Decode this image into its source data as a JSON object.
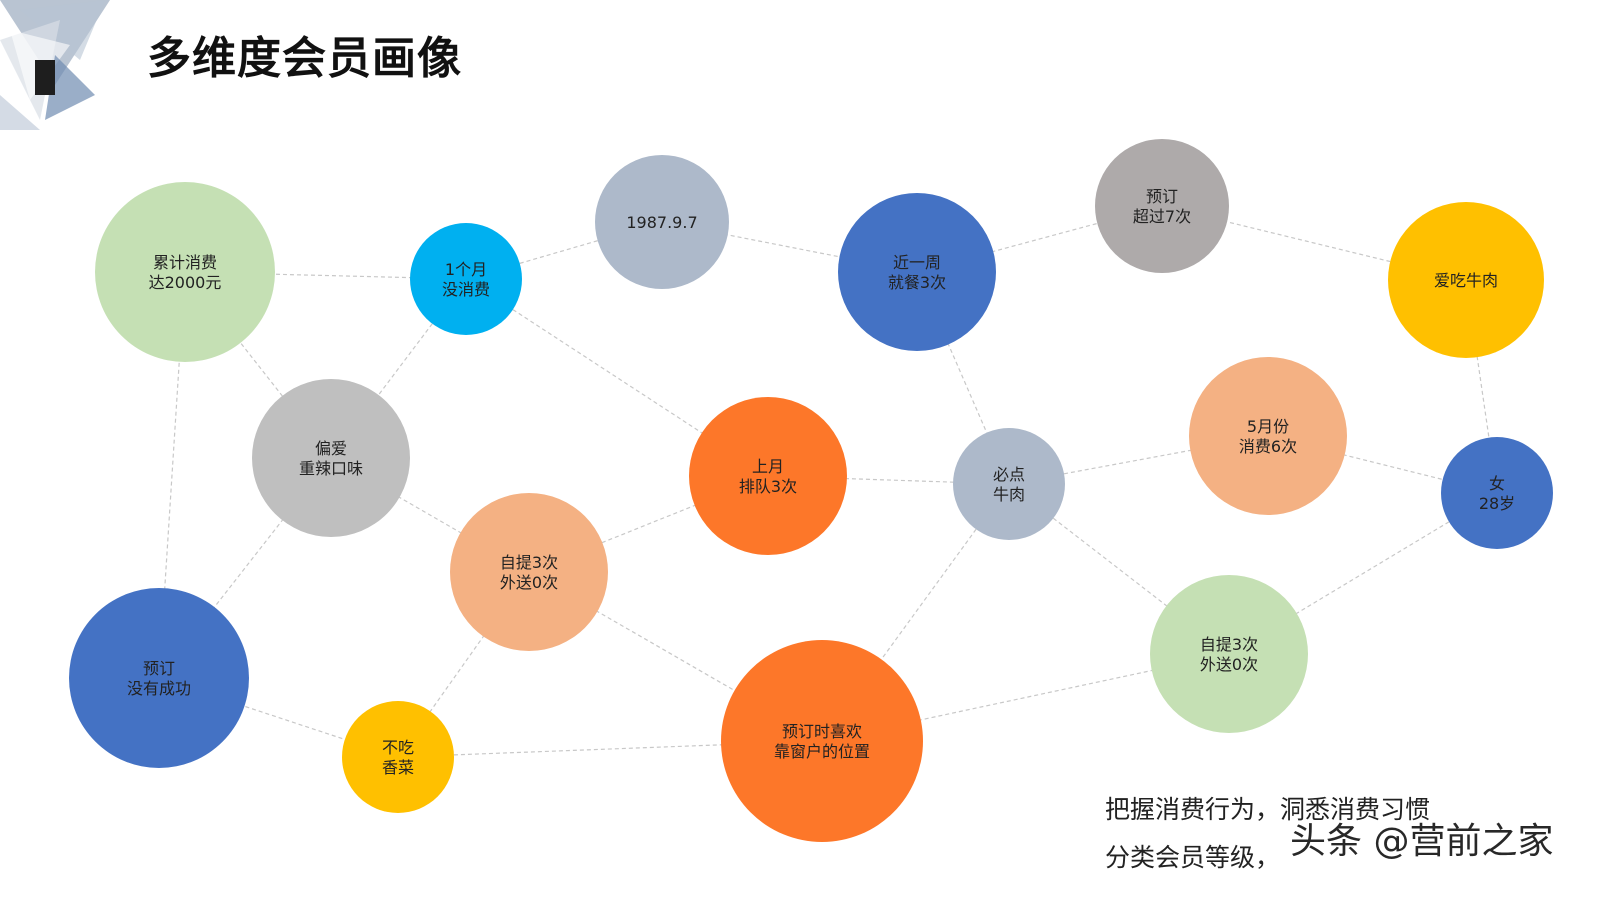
{
  "title": "多维度会员画像",
  "nodes": [
    {
      "id": "cumulative",
      "lines": [
        "累计消费",
        "达2000元"
      ],
      "color": "#c5e0b4"
    },
    {
      "id": "month",
      "lines": [
        "1个月",
        "没消费"
      ],
      "color": "#00b0f0"
    },
    {
      "id": "birthday",
      "lines": [
        "1987.9.7"
      ],
      "color": "#adb9ca"
    },
    {
      "id": "week",
      "lines": [
        "近一周",
        "就餐3次"
      ],
      "color": "#4472c4"
    },
    {
      "id": "reserve7",
      "lines": [
        "预订",
        "超过7次"
      ],
      "color": "#aeaaaa"
    },
    {
      "id": "beef_love",
      "lines": [
        "爱吃牛肉"
      ],
      "color": "#ffc000"
    },
    {
      "id": "spicy",
      "lines": [
        "偏爱",
        "重辣口味"
      ],
      "color": "#bfbfbf"
    },
    {
      "id": "queue",
      "lines": [
        "上月",
        "排队3次"
      ],
      "color": "#fd7729"
    },
    {
      "id": "must_beef",
      "lines": [
        "必点",
        "牛肉"
      ],
      "color": "#adb9ca"
    },
    {
      "id": "may",
      "lines": [
        "5月份",
        "消费6次"
      ],
      "color": "#f4b183"
    },
    {
      "id": "female",
      "lines": [
        "女",
        "28岁"
      ],
      "color": "#4472c4"
    },
    {
      "id": "pickup1",
      "lines": [
        "自提3次",
        "外送0次"
      ],
      "color": "#f4b183"
    },
    {
      "id": "pickup2",
      "lines": [
        "自提3次",
        "外送0次"
      ],
      "color": "#c5e0b4"
    },
    {
      "id": "reserve_fail",
      "lines": [
        "预订",
        "没有成功"
      ],
      "color": "#4472c4"
    },
    {
      "id": "no_coriander",
      "lines": [
        "不吃",
        "香菜"
      ],
      "color": "#ffc000"
    },
    {
      "id": "window",
      "lines": [
        "预订时喜欢",
        "靠窗户的位置"
      ],
      "color": "#fd7729"
    }
  ],
  "edges": [
    [
      "cumulative",
      "month"
    ],
    [
      "cumulative",
      "spicy"
    ],
    [
      "cumulative",
      "reserve_fail"
    ],
    [
      "month",
      "birthday"
    ],
    [
      "month",
      "spicy"
    ],
    [
      "month",
      "queue"
    ],
    [
      "birthday",
      "week"
    ],
    [
      "week",
      "reserve7"
    ],
    [
      "week",
      "must_beef"
    ],
    [
      "reserve7",
      "beef_love"
    ],
    [
      "beef_love",
      "female"
    ],
    [
      "spicy",
      "pickup1"
    ],
    [
      "spicy",
      "reserve_fail"
    ],
    [
      "queue",
      "pickup1"
    ],
    [
      "queue",
      "must_beef"
    ],
    [
      "must_beef",
      "may"
    ],
    [
      "must_beef",
      "pickup2"
    ],
    [
      "must_beef",
      "window"
    ],
    [
      "may",
      "female"
    ],
    [
      "female",
      "pickup2"
    ],
    [
      "pickup1",
      "window"
    ],
    [
      "pickup1",
      "no_coriander"
    ],
    [
      "reserve_fail",
      "no_coriander"
    ],
    [
      "no_coriander",
      "window"
    ],
    [
      "window",
      "pickup2"
    ]
  ],
  "caption": {
    "line1": "把握消费行为，洞悉消费习惯",
    "line2": "分类会员等级，"
  },
  "watermark": "头条 @营前之家"
}
